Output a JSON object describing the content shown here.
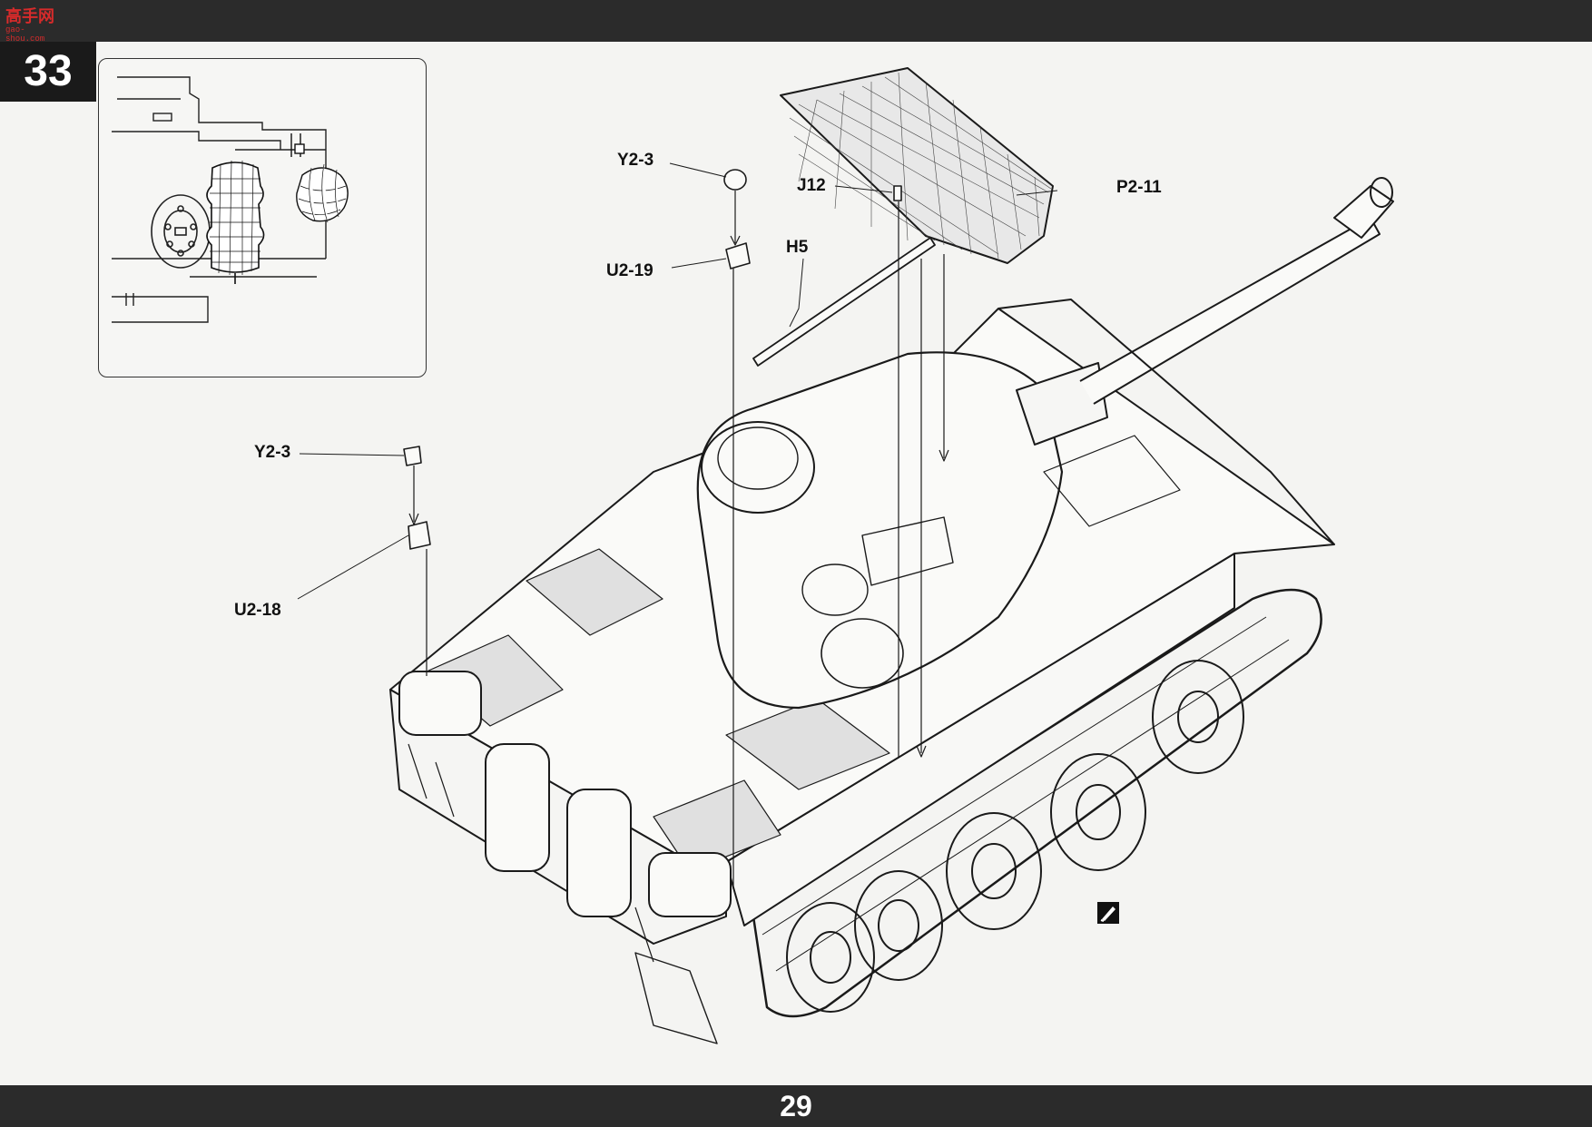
{
  "header": {
    "logo_text": "高手网",
    "logo_sub": "gao-shou.com"
  },
  "step": {
    "number": "33"
  },
  "footer": {
    "page_number": "29"
  },
  "callouts": {
    "y2_3_top": "Y2-3",
    "u2_19": "U2-19",
    "j12": "J12",
    "h5": "H5",
    "p2_11": "P2-11",
    "y2_3_left": "Y2-3",
    "u2_18": "U2-18"
  },
  "icons": {
    "cement": "glue-icon"
  }
}
